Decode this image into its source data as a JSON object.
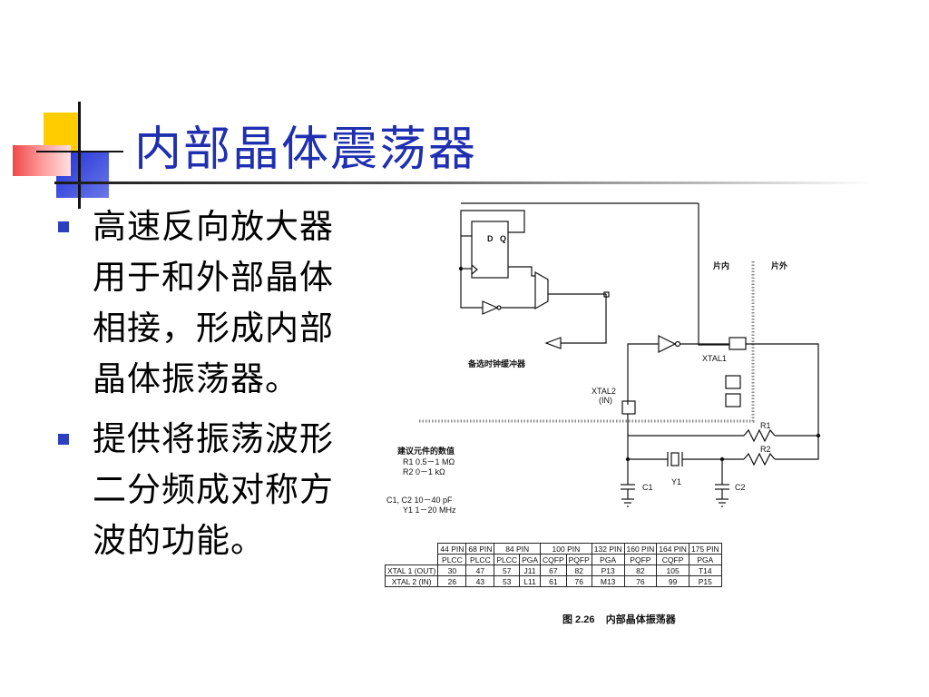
{
  "slide": {
    "title": "内部晶体震荡器",
    "bullets": [
      "高速反向放大器用于和外部晶体相接，形成内部晶体振荡器。",
      "提供将振荡波形二分频成对称方波的功能。"
    ]
  },
  "figure": {
    "ff_d": "D",
    "ff_q": "Q",
    "label_on_chip": "片内",
    "label_off_chip": "片外",
    "label_xtal1": "XTAL1",
    "label_xtal2_line1": "XTAL2",
    "label_xtal2_line2": "(IN)",
    "label_buffer": "备选时钟缓冲器",
    "label_r1": "R1",
    "label_r2": "R2",
    "label_c1": "C1",
    "label_c2": "C2",
    "label_y1": "Y1",
    "suggested_title": "建议元件的数值",
    "suggested_r1": "R1  0.5－1 MΩ",
    "suggested_r2": "R2  0－1 kΩ",
    "suggested_c": "C1, C2  10－40 pF",
    "suggested_y": "Y1  1－20 MHz",
    "caption_num": "图 2.26",
    "caption_text": "内部晶体振荡器"
  },
  "pin_table": {
    "header1": [
      "44 PIN",
      "68 PIN",
      "84 PIN",
      "100 PIN",
      "132 PIN",
      "160 PIN",
      "164 PIN",
      "175 PIN"
    ],
    "header2": [
      "PLCC",
      "PLCC",
      "PLCC",
      "PGA",
      "CQFP",
      "PQFP",
      "PGA",
      "PQFP",
      "CQFP",
      "PGA"
    ],
    "rows": [
      {
        "label": "XTAL 1 (OUT)",
        "cells": [
          "30",
          "47",
          "57",
          "J11",
          "67",
          "82",
          "P13",
          "82",
          "105",
          "T14"
        ]
      },
      {
        "label": "XTAL 2 (IN)",
        "cells": [
          "26",
          "43",
          "53",
          "L11",
          "61",
          "76",
          "M13",
          "76",
          "99",
          "P15"
        ]
      }
    ]
  },
  "colors": {
    "title": "#1f2fb0",
    "bullet": "#2b3fbf",
    "deco_yellow": "#ffcc00",
    "deco_blue": "#2f3fd0",
    "deco_red": "#f06060"
  }
}
